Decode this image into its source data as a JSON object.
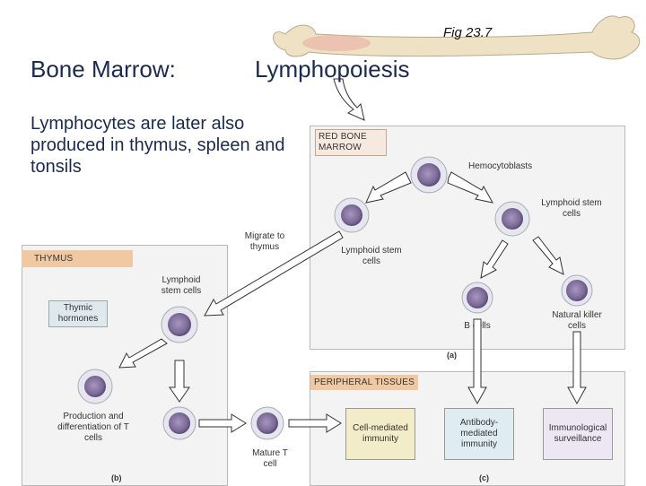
{
  "slide": {
    "fig_label": "Fig 23.7",
    "title_left": "Bone Marrow:",
    "title_right": "Lymphopoiesis",
    "body_text": "Lymphocytes are later also produced in thymus, spleen and tonsils"
  },
  "diagram": {
    "sections": {
      "red_bone_marrow": "RED BONE MARROW",
      "thymus": "THYMUS",
      "peripheral_tissues": "PERIPHERAL TISSUES"
    },
    "cell_labels": {
      "hemocytoblasts": "Hemocytoblasts",
      "lymphoid_stem_cells_right": "Lymphoid stem cells",
      "lymphoid_stem_cells_left": "Lymphoid stem cells",
      "b_cells": "B cells",
      "natural_killer_cells": "Natural killer cells",
      "lymphoid_stem_cells_thymus": "Lymphoid stem cells",
      "production_differentiation": "Production and differentiation of T cells",
      "mature_t_cell": "Mature T cell"
    },
    "annotations": {
      "migrate_to_thymus": "Migrate to thymus",
      "thymic_hormones": "Thymic hormones"
    },
    "outcomes": {
      "cell_mediated": "Cell-mediated immunity",
      "antibody_mediated": "Antibody-mediated immunity",
      "immunological_surveillance": "Immunological surveillance"
    },
    "sublabels": {
      "a": "(a)",
      "b": "(b)",
      "c": "(c)"
    },
    "colors": {
      "panel_bg": "#f3f3f3",
      "label_bar": "#f0c9a3",
      "cell_outer": "#e6e6ee",
      "cell_nucleus": "#7b6a96",
      "bone": "#efe2c4",
      "arrow_fill": "#ffffff"
    }
  }
}
